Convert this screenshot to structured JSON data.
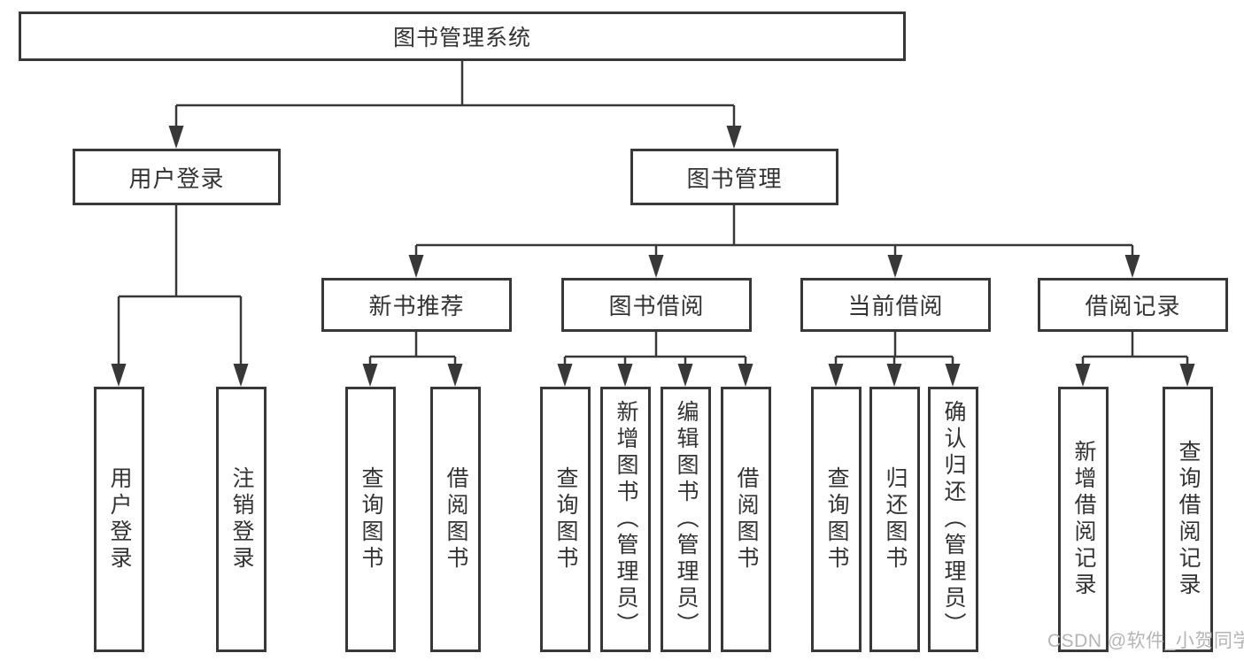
{
  "tree": {
    "root": {
      "label": "图书管理系统"
    },
    "user_login": {
      "label": "用户登录",
      "children": [
        {
          "label": "用户登录"
        },
        {
          "label": "注销登录"
        }
      ]
    },
    "book_management": {
      "label": "图书管理",
      "groups": [
        {
          "label": "新书推荐",
          "children": [
            {
              "label": "查询图书"
            },
            {
              "label": "借阅图书"
            }
          ]
        },
        {
          "label": "图书借阅",
          "children": [
            {
              "label": "查询图书"
            },
            {
              "label": "新增图书（管理员）"
            },
            {
              "label": "编辑图书（管理员）"
            },
            {
              "label": "借阅图书"
            }
          ]
        },
        {
          "label": "当前借阅",
          "children": [
            {
              "label": "查询图书"
            },
            {
              "label": "归还图书"
            },
            {
              "label": "确认归还（管理员）"
            }
          ]
        },
        {
          "label": "借阅记录",
          "children": [
            {
              "label": "新增借阅记录"
            },
            {
              "label": "查询借阅记录"
            }
          ]
        }
      ]
    }
  },
  "watermark": {
    "text": "CSDN @软件_小贺同学",
    "color": "#b5b5b5"
  },
  "colors": {
    "line": "#383838",
    "box_border": "#383838",
    "text": "#333333",
    "background": "#ffffff"
  }
}
